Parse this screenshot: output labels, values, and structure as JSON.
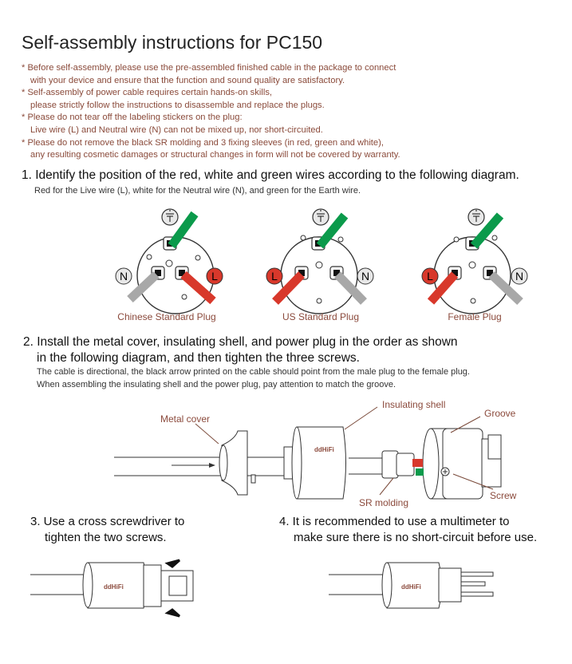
{
  "title": "Self-assembly instructions for PC150",
  "notes": [
    {
      "line1": "* Before self-assembly, please use the pre-assembled finished cable in the package to connect",
      "line2": "with your device and ensure that the function and sound quality are satisfactory."
    },
    {
      "line1": "* Self-assembly of power cable requires certain hands-on skills,",
      "line2": "please strictly follow the instructions to disassemble and replace the plugs."
    },
    {
      "line1": "* Please do not tear off the labeling stickers on the plug:",
      "line2": "Live wire (L) and Neutral wire (N) can not be mixed up, nor short-circuited."
    },
    {
      "line1": "* Please do not remove the black SR molding and 3 fixing sleeves (in red, green and white),",
      "line2": "any resulting cosmetic damages or structural changes in form will not be covered by warranty."
    }
  ],
  "step1": {
    "heading": "1. Identify the position of the red, white and green wires according to the following diagram.",
    "sub": "Red for the Live wire (L), white for the Neutral wire (N), and green for the Earth wire.",
    "plugs": [
      {
        "label": "Chinese Standard Plug"
      },
      {
        "label": "US Standard Plug"
      },
      {
        "label": "Female Plug"
      }
    ],
    "live_letter": "L",
    "neutral_letter": "N"
  },
  "step2": {
    "heading_line1": "2. Install the metal cover, insulating shell, and power plug in the order as shown",
    "heading_line2": "in the following diagram, and then tighten the three screws.",
    "sub_line1": "The cable is directional, the black arrow printed on the cable should point from the male plug to the female plug.",
    "sub_line2": "When assembling the insulating shell and the power plug, pay attention to match the groove.",
    "labels": {
      "metal_cover": "Metal cover",
      "insulating_shell": "Insulating shell",
      "groove": "Groove",
      "screw": "Screw",
      "sr_molding": "SR molding"
    },
    "brand": "ddHiFi"
  },
  "step3": {
    "line1": "3. Use a cross screwdriver to",
    "line2": "tighten the two screws."
  },
  "step4": {
    "line1": "4. It is recommended to use a multimeter to",
    "line2": "make sure there is no short-circuit before use."
  },
  "colors": {
    "live": "#d8382b",
    "earth": "#0b9a4b",
    "neutral": "#a8a8a8",
    "label": "#8b4a3c"
  }
}
